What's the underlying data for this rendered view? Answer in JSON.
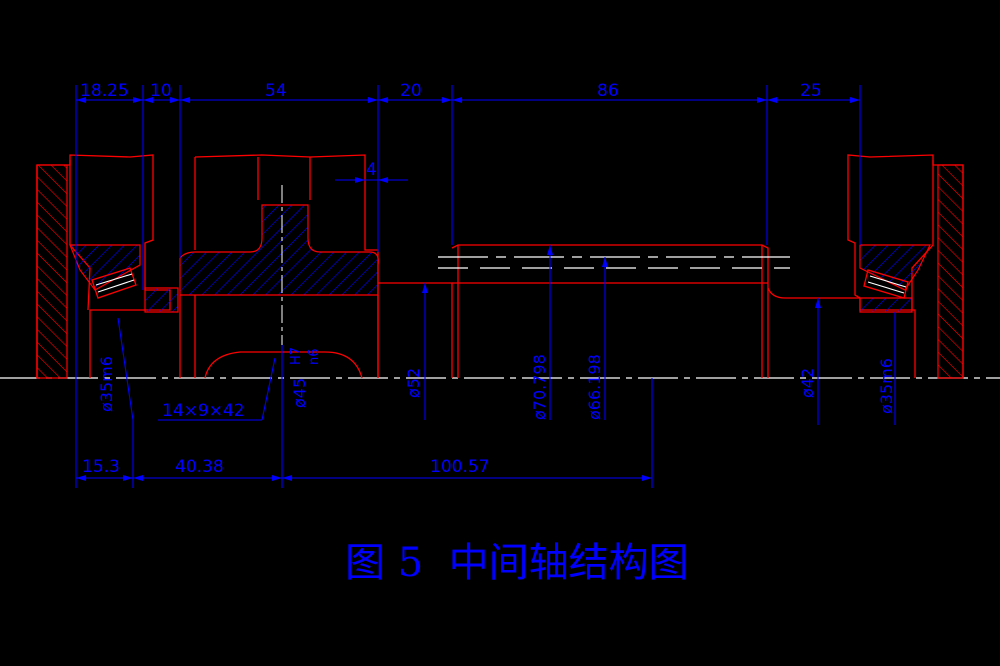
{
  "figure": {
    "caption": "图 5  中间轴结构图",
    "top_dimensions": [
      "18.25",
      "10",
      "54",
      "20",
      "86",
      "25"
    ],
    "small_dimension": "4",
    "bottom_dimensions": [
      "15.3",
      "40.38",
      "100.57"
    ],
    "diameter_labels": [
      "ø35m6",
      "ø45H7/n6",
      "ø52",
      "ø70.798",
      "ø66.198",
      "ø42",
      "ø35m6"
    ],
    "diameter_45": {
      "base": "ø45",
      "upper": "H7",
      "lower": "n6"
    },
    "key_label": "14×9×42"
  },
  "colors": {
    "background": "#000000",
    "outline": "#ff0000",
    "dimension": "#0000ff",
    "centerline": "#ffffff"
  }
}
